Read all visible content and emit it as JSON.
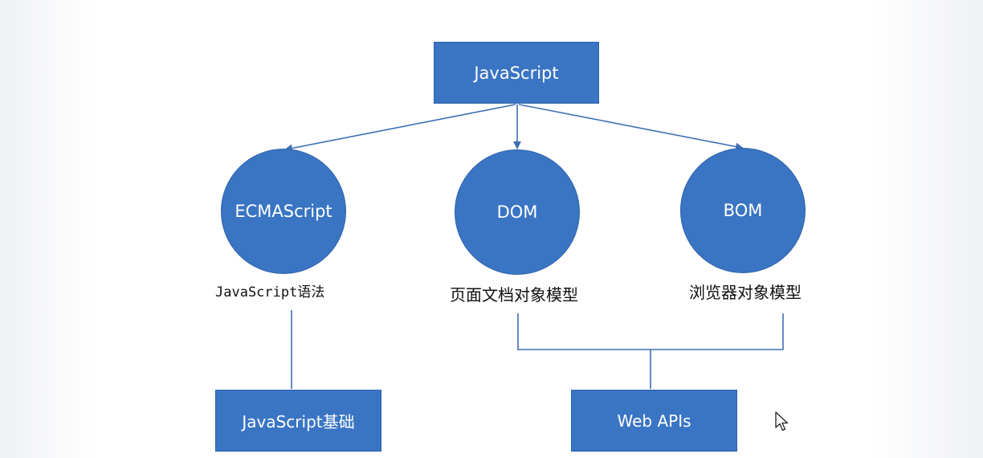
{
  "diagram": {
    "root": {
      "label": "JavaScript"
    },
    "nodes": [
      {
        "id": "ecmascript",
        "label": "ECMAScript",
        "caption": "JavaScript语法"
      },
      {
        "id": "dom",
        "label": "DOM",
        "caption": "页面文档对象模型"
      },
      {
        "id": "bom",
        "label": "BOM",
        "caption": "浏览器对象模型"
      }
    ],
    "groups": [
      {
        "id": "basics",
        "label": "JavaScript基础"
      },
      {
        "id": "webapis",
        "label": "Web APIs"
      }
    ]
  },
  "colors": {
    "node_fill": "#3a75c4",
    "connector": "#3f6fb5",
    "text_light": "#ffffff",
    "text_dark": "#111111"
  }
}
